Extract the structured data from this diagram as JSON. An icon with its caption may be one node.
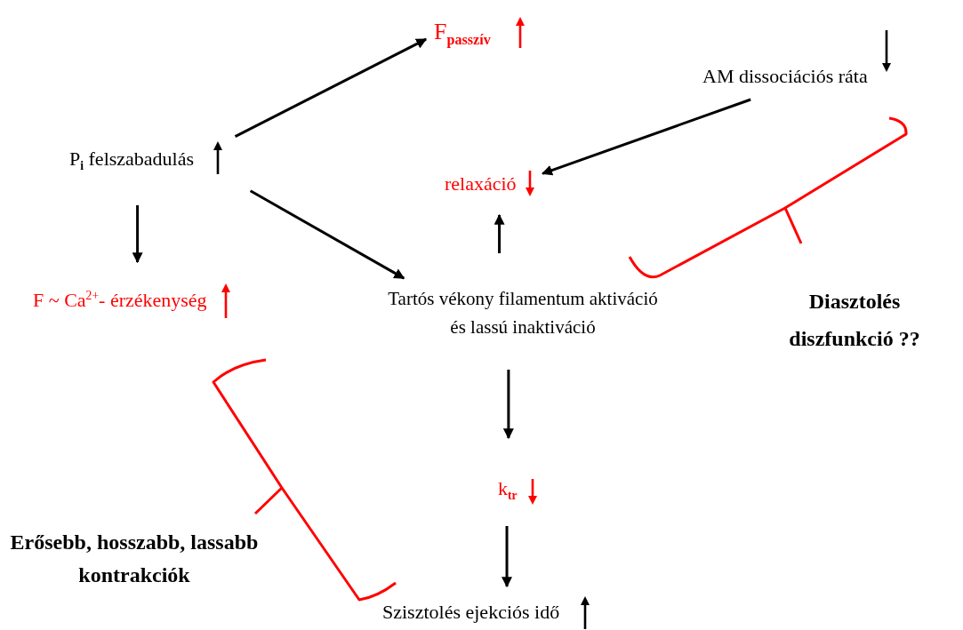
{
  "diagram": {
    "nodes": [
      {
        "text": [
          "F$_{passzív}$"
        ]
      },
      {
        "text": [
          "AM dissociációs ráta"
        ]
      },
      {
        "text": [
          "P$_{i}$ felszabadulás"
        ]
      },
      {
        "text": [
          "relaxáció"
        ]
      },
      {
        "text": [
          "F ~ Ca$^{2+}$- érzékenység"
        ]
      },
      {
        "text": [
          "Tartós vékony filamentum aktiváció és lassú inaktiváció"
        ]
      },
      {
        "text": [
          "Diasztolés diszfunkció ??"
        ]
      },
      {
        "text": [
          "Erősebb, hosszabb, lassabb kontrakciók"
        ]
      },
      {
        "text": [
          "k$_{tr}$"
        ]
      },
      {
        "text": [
          "Szisztolés ejekciós idő"
        ]
      }
    ],
    "edges": [
      {
        "from": 2,
        "to": 0,
        "arrow": "to"
      },
      {
        "from": 1,
        "to": 3,
        "arrow": "to"
      },
      {
        "from": 2,
        "to": 4,
        "arrow": "to"
      },
      {
        "from": 2,
        "to": 5,
        "arrow": "to"
      },
      {
        "from": 5,
        "to": 3,
        "arrow": "to"
      },
      {
        "from": 5,
        "to": 8,
        "arrow": "to"
      },
      {
        "from": 8,
        "to": 9,
        "arrow": "to"
      }
    ]
  }
}
